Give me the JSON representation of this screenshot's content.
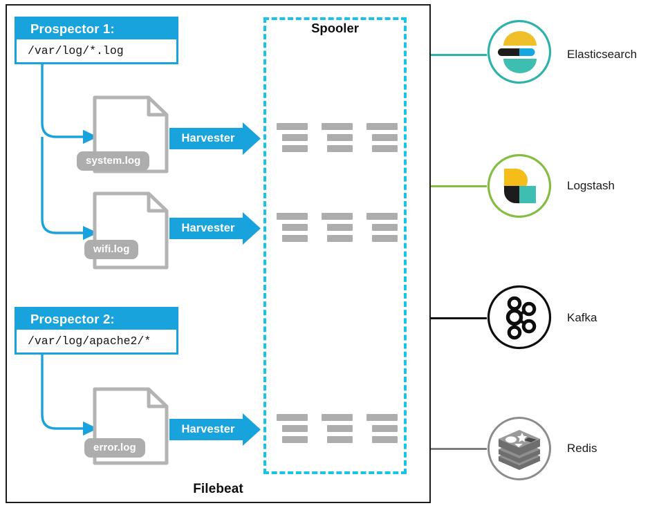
{
  "diagram": {
    "title": "Filebeat",
    "container_label": "Filebeat",
    "spooler_label": "Spooler",
    "colors": {
      "blue": "#19a3dc",
      "cyan_dashed": "#19c3e6",
      "gray": "#adadad",
      "black": "#0d0d0d",
      "elasticsearch": "#2cb2ab",
      "logstash": "#84bd41",
      "kafka": "#0d0d0d",
      "redis": "#7d7d7d"
    }
  },
  "prospectors": [
    {
      "title": "Prospector 1:",
      "path": "/var/log/*.log"
    },
    {
      "title": "Prospector 2:",
      "path": "/var/log/apache2/*"
    }
  ],
  "log_files": [
    {
      "name": "system.log",
      "harvester_label": "Harvester"
    },
    {
      "name": "wifi.log",
      "harvester_label": "Harvester"
    },
    {
      "name": "error.log",
      "harvester_label": "Harvester"
    }
  ],
  "spooler": {
    "label": "Spooler",
    "batch_count": 3,
    "bars_per_batch": 3
  },
  "outputs": [
    {
      "name": "Elasticsearch",
      "icon": "elasticsearch-logo-icon",
      "connector_color": "#2cb2ab"
    },
    {
      "name": "Logstash",
      "icon": "logstash-logo-icon",
      "connector_color": "#84bd41"
    },
    {
      "name": "Kafka",
      "icon": "kafka-logo-icon",
      "connector_color": "#0d0d0d"
    },
    {
      "name": "Redis",
      "icon": "redis-logo-icon",
      "connector_color": "#7d7d7d"
    }
  ]
}
